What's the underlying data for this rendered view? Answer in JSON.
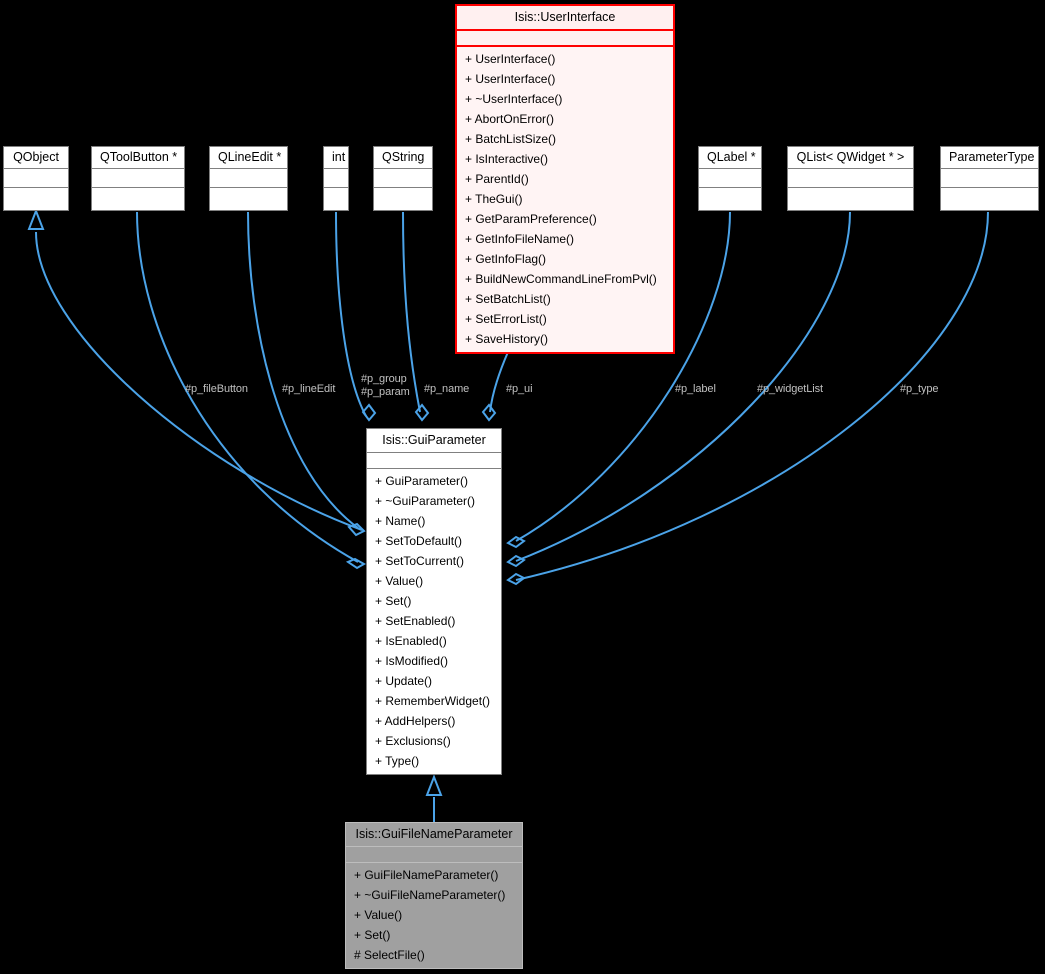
{
  "diagram": {
    "kind": "uml-collaboration-diagram",
    "background": "#000000",
    "edge_color": "#4BA3E8",
    "edge_label_color": "#C0C0C0",
    "highlight_border": "#FF0000",
    "highlight_fill": "#FFF4F4",
    "derived_fill": "#A0A0A0"
  },
  "nodes": {
    "user_interface": {
      "title": "Isis::UserInterface",
      "attributes": [],
      "operations": [
        "+ UserInterface()",
        "+ UserInterface()",
        "+ ~UserInterface()",
        "+ AbortOnError()",
        "+ BatchListSize()",
        "+ IsInteractive()",
        "+ ParentId()",
        "+ TheGui()",
        "+ GetParamPreference()",
        "+ GetInfoFileName()",
        "+ GetInfoFlag()",
        "+ BuildNewCommandLineFromPvl()",
        "+ SetBatchList()",
        "+ SetErrorList()",
        "+ SaveHistory()"
      ]
    },
    "gui_parameter": {
      "title": "Isis::GuiParameter",
      "attributes": [],
      "operations": [
        "+ GuiParameter()",
        "+ ~GuiParameter()",
        "+ Name()",
        "+ SetToDefault()",
        "+ SetToCurrent()",
        "+ Value()",
        "+ Set()",
        "+ SetEnabled()",
        "+ IsEnabled()",
        "+ IsModified()",
        "+ Update()",
        "+ RememberWidget()",
        "+ AddHelpers()",
        "+ Exclusions()",
        "+ Type()"
      ]
    },
    "gui_filename_parameter": {
      "title": "Isis::GuiFileNameParameter",
      "attributes": [],
      "operations": [
        "+ GuiFileNameParameter()",
        "+ ~GuiFileNameParameter()",
        "+ Value()",
        "+ Set()",
        "# SelectFile()"
      ]
    },
    "qobject": {
      "title": "QObject"
    },
    "qtoolbutton": {
      "title": "QToolButton *"
    },
    "qlineedit": {
      "title": "QLineEdit *"
    },
    "int": {
      "title": "int"
    },
    "qstring": {
      "title": "QString"
    },
    "qlabel": {
      "title": "QLabel *"
    },
    "qlist": {
      "title": "QList< QWidget * >"
    },
    "parametertype": {
      "title": "ParameterType"
    }
  },
  "edge_labels": {
    "file_button": "#p_fileButton",
    "line_edit": "#p_lineEdit",
    "group": "#p_group",
    "param": "#p_param",
    "name": "#p_name",
    "ui": "#p_ui",
    "label": "#p_label",
    "widget_list": "#p_widgetList",
    "type": "#p_type"
  }
}
